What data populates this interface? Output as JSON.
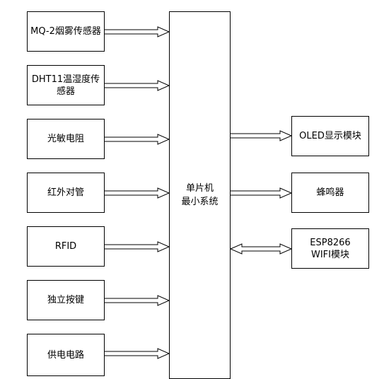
{
  "diagram": {
    "inputs": [
      {
        "label": "MQ-2烟雾传感器"
      },
      {
        "label": "DHT11温湿度传\n感器"
      },
      {
        "label": "光敏电阻"
      },
      {
        "label": "红外对管"
      },
      {
        "label": "RFID"
      },
      {
        "label": "独立按键"
      },
      {
        "label": "供电电路"
      }
    ],
    "center": {
      "label": "单片机\n最小系统"
    },
    "outputs": [
      {
        "label": "OLED显示模块",
        "direction": "out"
      },
      {
        "label": "蜂鸣器",
        "direction": "out"
      },
      {
        "label": "ESP8266\nWIFI模块",
        "direction": "both"
      }
    ]
  }
}
